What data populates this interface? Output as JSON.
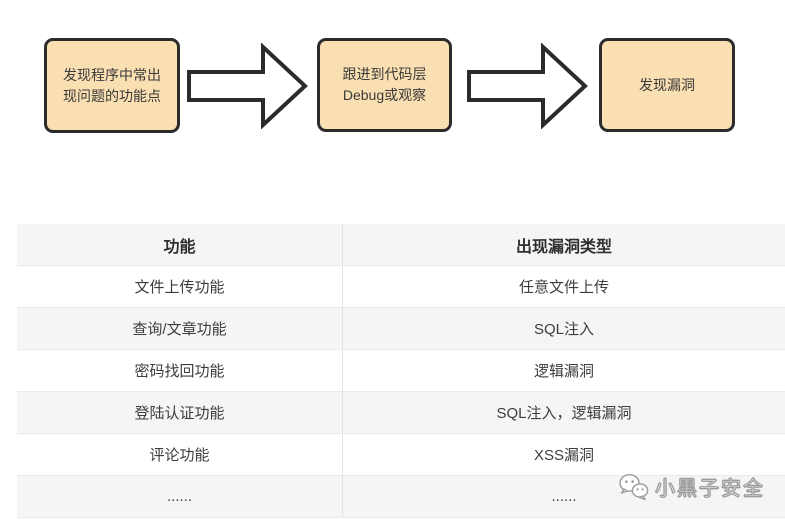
{
  "flowchart": {
    "steps": [
      {
        "label": "发现程序中常出现问题的功能点"
      },
      {
        "label": "跟进到代码层Debug或观察"
      },
      {
        "label": "发现漏洞"
      }
    ],
    "box_fill": "#F9DFB1",
    "box_border": "#2B2B2B",
    "arrow_fill": "#FFFFFF",
    "arrow_border": "#2B2B2B"
  },
  "table": {
    "headers": [
      "功能",
      "出现漏洞类型"
    ],
    "rows": [
      {
        "func": "文件上传功能",
        "vuln": "任意文件上传"
      },
      {
        "func": "查询/文章功能",
        "vuln": "SQL注入"
      },
      {
        "func": "密码找回功能",
        "vuln": "逻辑漏洞"
      },
      {
        "func": "登陆认证功能",
        "vuln": "SQL注入，逻辑漏洞"
      },
      {
        "func": "评论功能",
        "vuln": "XSS漏洞"
      },
      {
        "func": "......",
        "vuln": "......"
      }
    ],
    "header_bg": "#F5F5F6",
    "alt_row_bg": "#F5F5F6",
    "border_color": "#EAEAEA"
  },
  "watermark": {
    "label": "小黑子安全",
    "icon": "chat-bubbles-icon"
  }
}
